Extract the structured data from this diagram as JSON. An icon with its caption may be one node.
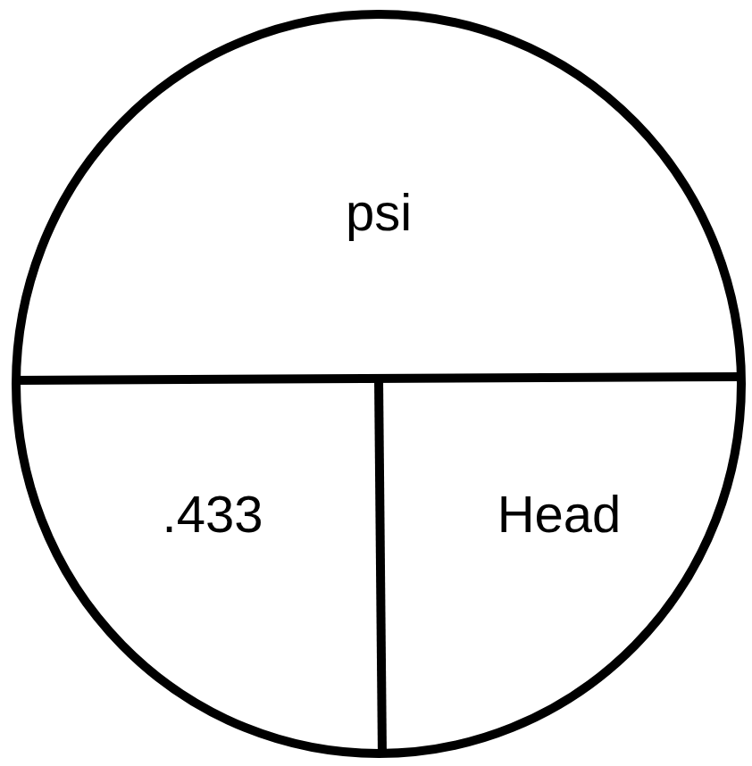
{
  "diagram": {
    "nodes": [
      {
        "text": [],
        "shape": "circle"
      },
      {
        "text": [
          "psi"
        ],
        "in": 0
      },
      {
        "text": [
          ".433"
        ],
        "in": 0
      },
      {
        "text": [
          "Head"
        ],
        "in": 0
      }
    ]
  }
}
